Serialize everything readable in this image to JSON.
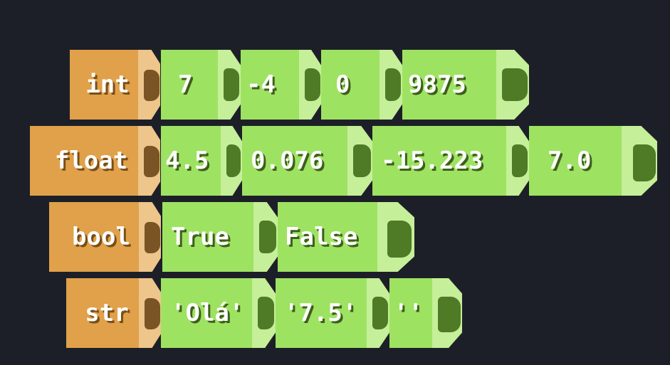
{
  "colors": {
    "background": "#1d1f28",
    "type_face": "#e0a14a",
    "type_side": "#eec58a",
    "type_nub": "#7a5424",
    "value_face": "#9ee262",
    "value_side": "#c5ef98",
    "value_nub": "#4f7a26"
  },
  "rows": [
    {
      "type": "int",
      "values": [
        "7",
        "-4",
        "0",
        "9875"
      ]
    },
    {
      "type": "float",
      "values": [
        "4.5",
        "0.076",
        "-15.223",
        "7.0"
      ]
    },
    {
      "type": "bool",
      "values": [
        "True",
        "False"
      ]
    },
    {
      "type": "str",
      "values": [
        "'Olá'",
        "'7.5'",
        "''"
      ]
    }
  ]
}
